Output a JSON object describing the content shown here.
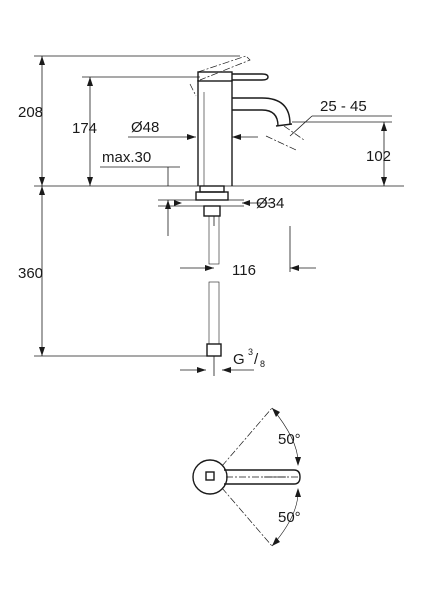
{
  "dimensions": {
    "overall_height": "208",
    "spout_height": "174",
    "body_diameter": "Ø48",
    "max_deck": "max.30",
    "angle_range": "25 - 45",
    "spout_clearance": "102",
    "hole_diameter": "Ø34",
    "hose_length": "360",
    "spout_reach": "116",
    "thread_main": "G",
    "thread_num": "3",
    "thread_den": "8"
  },
  "plan_view": {
    "angle_top": "50°",
    "angle_bottom": "50°"
  }
}
